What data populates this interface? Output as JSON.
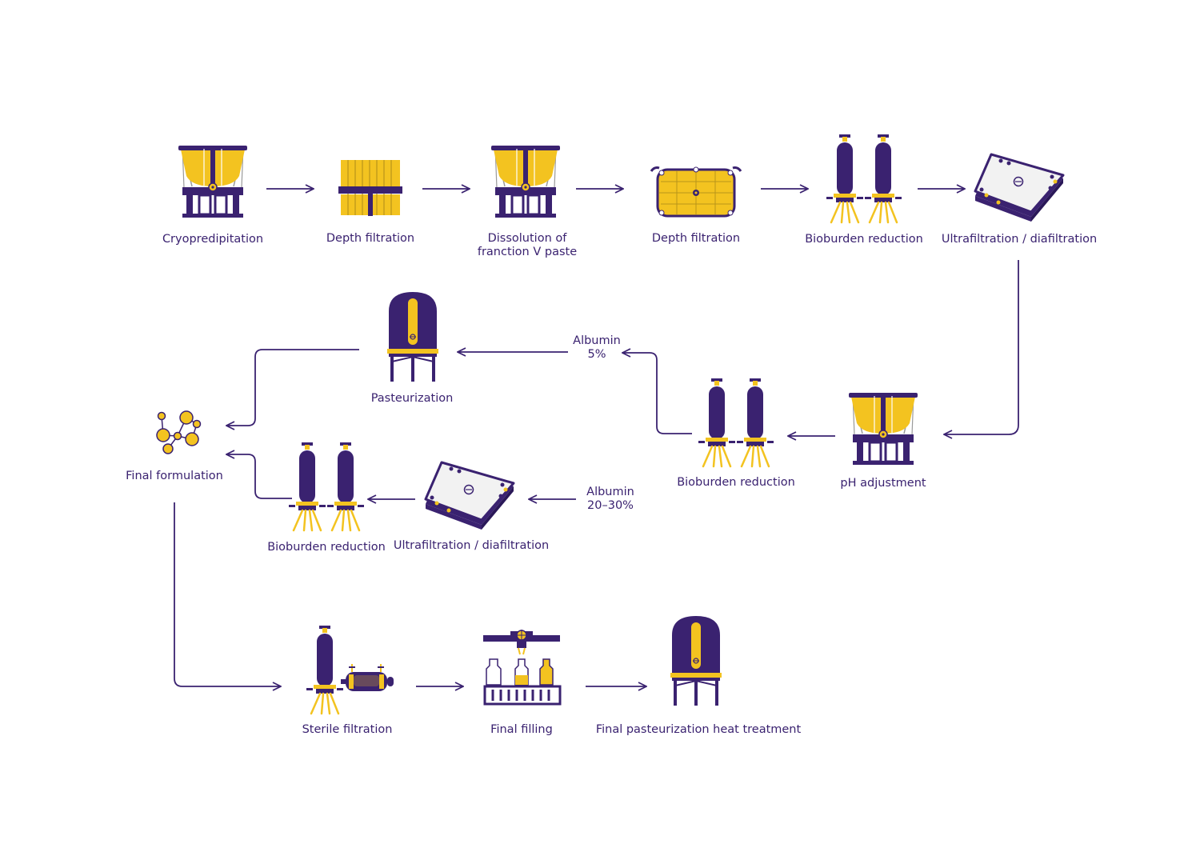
{
  "colors": {
    "primary": "#3a2270",
    "accent": "#f3c320",
    "light": "#f2f2f2",
    "line": "#3a2270"
  },
  "steps": {
    "s1": {
      "label": "Cryopredipitation",
      "icon": "cryo-tank-icon"
    },
    "s2": {
      "label": "Depth filtration",
      "icon": "depth-filter-stack-icon"
    },
    "s3": {
      "label": "Dissolution of\nfranction V paste",
      "icon": "dissolution-tank-icon"
    },
    "s4": {
      "label": "Depth filtration",
      "icon": "depth-filter-capsule-icon"
    },
    "s5": {
      "label": "Bioburden reduction",
      "icon": "twin-filter-housing-icon"
    },
    "s6": {
      "label": "Ultrafiltration / diafiltration",
      "icon": "tff-cassette-icon"
    },
    "s7": {
      "label": "pH adjustment",
      "icon": "ph-tank-icon"
    },
    "s8": {
      "label": "Bioburden reduction",
      "icon": "twin-filter-housing-icon"
    },
    "s9": {
      "label": "Pasteurization",
      "icon": "pasteurization-vessel-icon"
    },
    "s10": {
      "label": "Ultrafiltration / diafiltration",
      "icon": "tff-cassette-icon"
    },
    "s11": {
      "label": "Bioburden reduction",
      "icon": "twin-filter-housing-icon"
    },
    "s12": {
      "label": "Final formulation",
      "icon": "molecule-icon"
    },
    "s13": {
      "label": "Sterile filtration",
      "icon": "sterile-filter-icon"
    },
    "s14": {
      "label": "Final filling",
      "icon": "filling-line-icon"
    },
    "s15": {
      "label": "Final pasteurization heat treatment",
      "icon": "pasteurization-vessel-icon"
    }
  },
  "annotations": {
    "a1": "Albumin\n5%",
    "a2": "Albumin\n20–30%"
  }
}
